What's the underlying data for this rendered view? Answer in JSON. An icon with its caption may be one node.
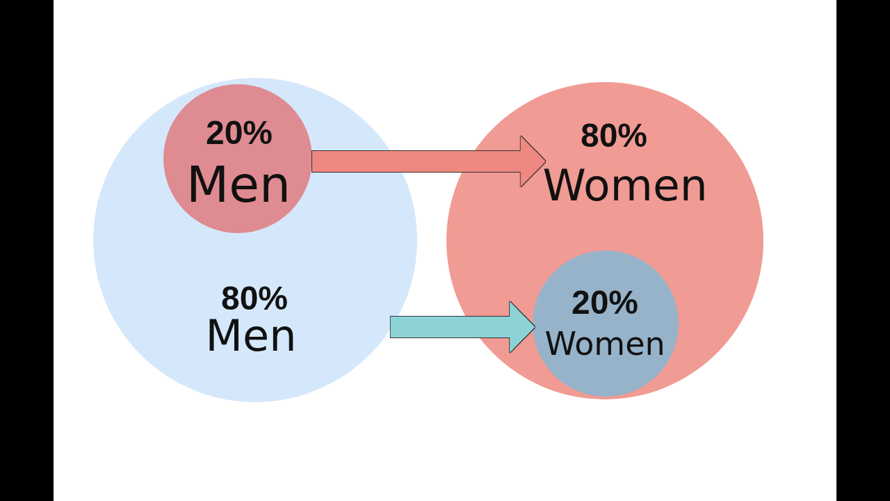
{
  "diagram": {
    "nodes": [
      {
        "text": [
          "80%",
          "Men"
        ]
      },
      {
        "text": [
          "20%",
          "Men"
        ],
        "in": 0
      },
      {
        "text": [
          "80%",
          "Women"
        ]
      },
      {
        "text": [
          "20%",
          "Women"
        ],
        "in": 2
      }
    ],
    "edges": [
      {
        "from": 1,
        "to": 2,
        "arrow": "to",
        "color": "#ee8880"
      },
      {
        "from": 0,
        "to": 3,
        "arrow": "to",
        "color": "#8dd3d6"
      }
    ]
  }
}
